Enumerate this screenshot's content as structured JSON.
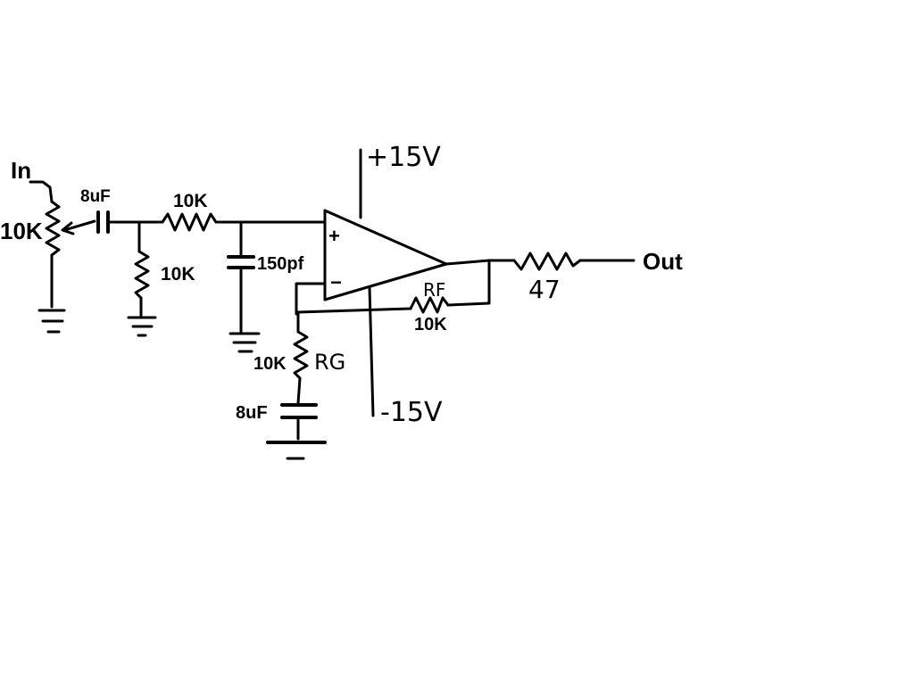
{
  "labels": {
    "input": "In",
    "pot_value": "10K",
    "coupling_cap": "8uF",
    "series_resistor": "10K",
    "shunt_resistor": "10K",
    "filter_cap": "150pf",
    "pos_supply": "+15V",
    "neg_supply": "-15V",
    "plus_input": "+",
    "minus_input": "−",
    "feedback_name": "RF",
    "feedback_value": "10K",
    "gain_name": "RG",
    "gain_value": "10K",
    "gain_cap": "8uF",
    "output_resistor": "47",
    "output": "Out"
  }
}
